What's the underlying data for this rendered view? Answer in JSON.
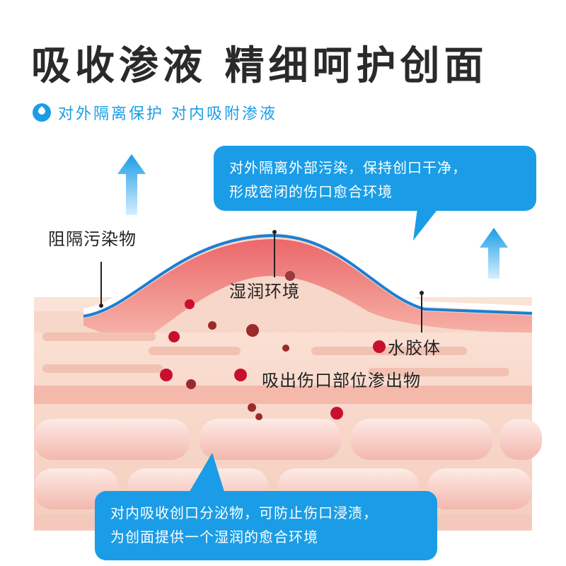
{
  "title": "吸收渗液 精细呵护创面",
  "subtitle": {
    "icon": "water-drop-icon",
    "text": "对外隔离保护 对内吸附渗液"
  },
  "bubble_top": {
    "line1": "对外隔离外部污染，保持创口干净，",
    "line2": "形成密闭的伤口愈合环境"
  },
  "bubble_bottom": {
    "line1": "对内吸收创口分泌物，可防止伤口浸渍，",
    "line2": "为创面提供一个湿润的愈合环境"
  },
  "labels": {
    "block": "阻隔污染物",
    "moist": "湿润环境",
    "gel": "水胶体",
    "absorb": "吸出伤口部位渗出物"
  },
  "colors": {
    "accent_blue": "#1a9de6",
    "skin": "#f6d5c6",
    "skin_stripe": "#f2b6a8",
    "wound_red": "#e24a52",
    "dot_red": "#c8102e"
  }
}
